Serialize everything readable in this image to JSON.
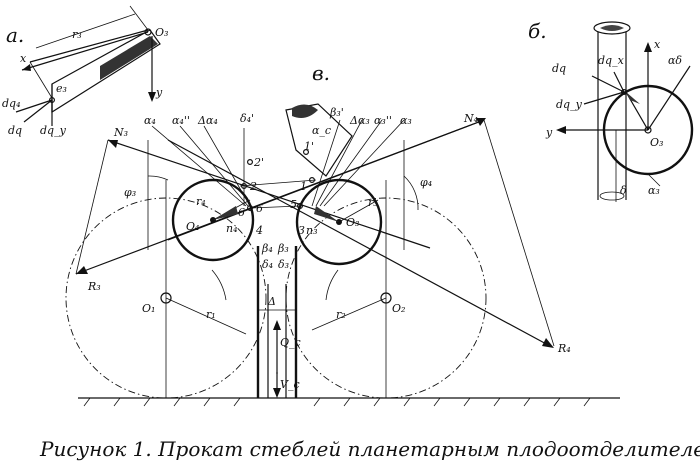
{
  "caption": "Рисунок 1. Прокат стеблей планетарным плодоотделителем",
  "subfigures": {
    "a": "a.",
    "b": "б.",
    "v": "в."
  },
  "labels_a": {
    "r3": "r₃",
    "O3": "O₃",
    "x": "x",
    "y": "y",
    "e3": "e₃",
    "dq4": "dq₄",
    "dq": "dq",
    "dqy": "dq_y"
  },
  "labels_b": {
    "dq": "dq",
    "dqx": "dq_x",
    "dqy": "dq_y",
    "ad": "αδ",
    "x": "x",
    "y": "y",
    "O3": "O₃",
    "delta": "δ",
    "a3": "α₃"
  },
  "labels_v": {
    "N3": "N₃",
    "N4": "N₄",
    "R3": "R₃",
    "R4": "R₄",
    "O1": "O₁",
    "O2": "O₂",
    "O3": "O₃",
    "O4": "O₄",
    "r1": "r₁",
    "r2": "r₂",
    "r3": "r₃",
    "r4": "r₄",
    "phi3": "φ₃",
    "phi4": "φ₄",
    "a4": "α₄",
    "a4pp": "α₄''",
    "da4": "Δα₄",
    "d4p": "δ₄'",
    "b3p": "β₃'",
    "da3": "Δα₃",
    "a3pp": "α₃''",
    "a3": "α₃",
    "ac": "α_c",
    "Delta": "Δ",
    "Qc": "Q_c",
    "Vc": "V_c",
    "n3": "n₃",
    "n4": "n₄",
    "p1": "1",
    "p1p": "1'",
    "p2": "2",
    "p2p": "2'",
    "p3": "3",
    "p4": "4",
    "p5": "5",
    "p6": "6",
    "b4": "β₄",
    "b3": "β₃",
    "d4": "δ₄",
    "d3": "δ₃",
    "p6b": "6"
  }
}
